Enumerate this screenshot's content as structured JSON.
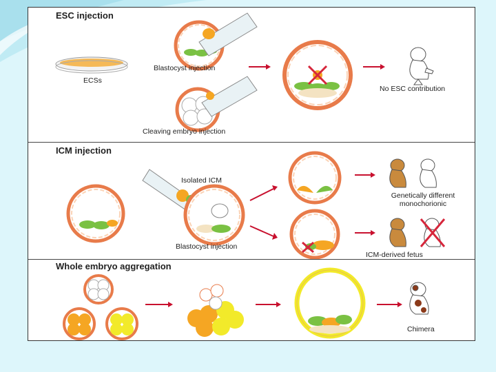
{
  "panels": {
    "esc": {
      "title": "ESC injection",
      "ecs_label": "ECSs",
      "blastocyst_label": "Blastocyst injection",
      "cleaving_label": "Cleaving embryo injection",
      "result_label": "No ESC contribution"
    },
    "icm": {
      "title": "ICM injection",
      "isolated_label": "Isolated ICM",
      "blastocyst_label": "Blastocyst injection",
      "result1_line1": "Genetically different",
      "result1_line2": "monochorionic",
      "result2_label": "ICM-derived fetus"
    },
    "aggregation": {
      "title": "Whole embryo aggregation",
      "result_label": "Chimera"
    }
  },
  "colors": {
    "background": "#ddf6fb",
    "zona": "#e87b4a",
    "icm_green": "#7ac143",
    "esc_orange": "#f5a623",
    "yellow": "#f2ea2a",
    "arrow": "#c8102e",
    "cross": "#d6263b"
  }
}
